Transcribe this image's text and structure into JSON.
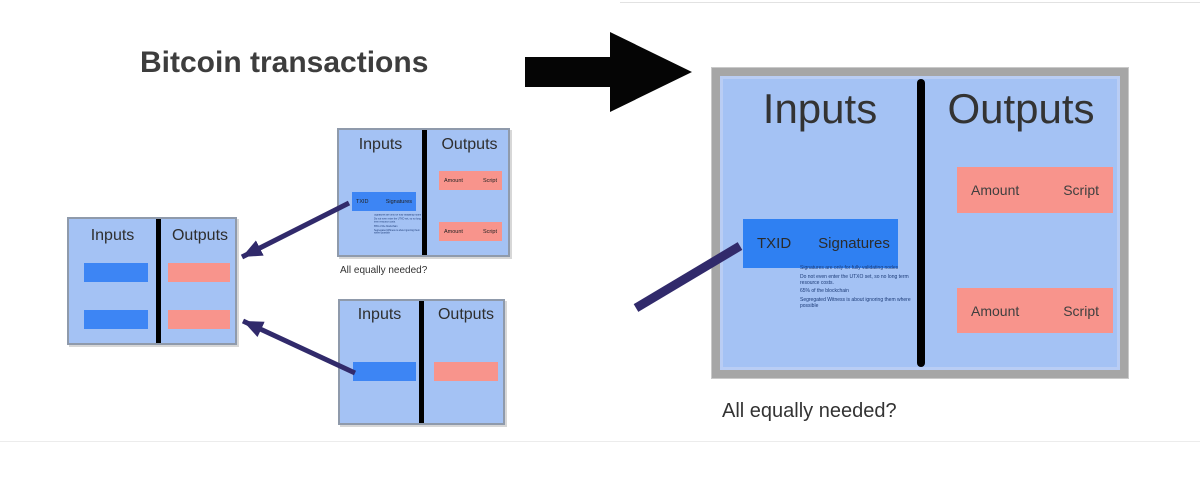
{
  "title": "Bitcoin transactions",
  "question": "All equally needed?",
  "labels": {
    "inputs": "Inputs",
    "outputs": "Outputs",
    "txid": "TXID",
    "signatures": "Signatures",
    "amount": "Amount",
    "script": "Script"
  },
  "fine_print": [
    "Signatures are only for fully validating nodes",
    "Do not even enter the UTXO set, so no long term resource costs.",
    "65% of the blockchain",
    "Segregated Witness is about ignoring them where possible"
  ],
  "colors": {
    "box_fill": "#a4c2f4",
    "input_bar_blue": "#3d85f4",
    "output_bar_pink": "#f8948c",
    "connector_purple": "#312a6b",
    "divider_black": "#000000",
    "big_frame_gray": "#a6a6a6"
  }
}
